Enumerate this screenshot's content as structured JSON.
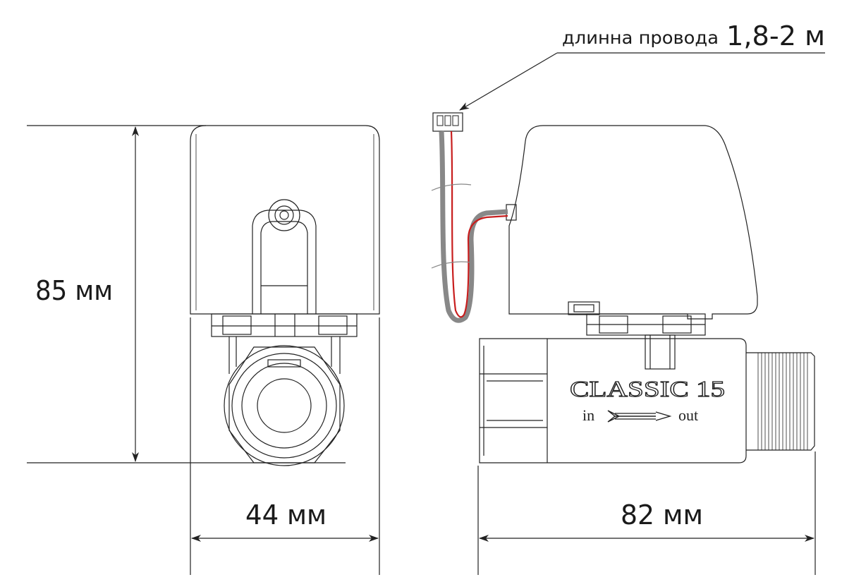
{
  "wire": {
    "label": "длинна провода",
    "length": "1,8-2 м"
  },
  "dimensions": {
    "height": "85 мм",
    "width": "44 мм",
    "length": "82 мм"
  },
  "body_marking": {
    "model": "CLASSIC 15",
    "flow_in": "in",
    "flow_out": "out"
  }
}
